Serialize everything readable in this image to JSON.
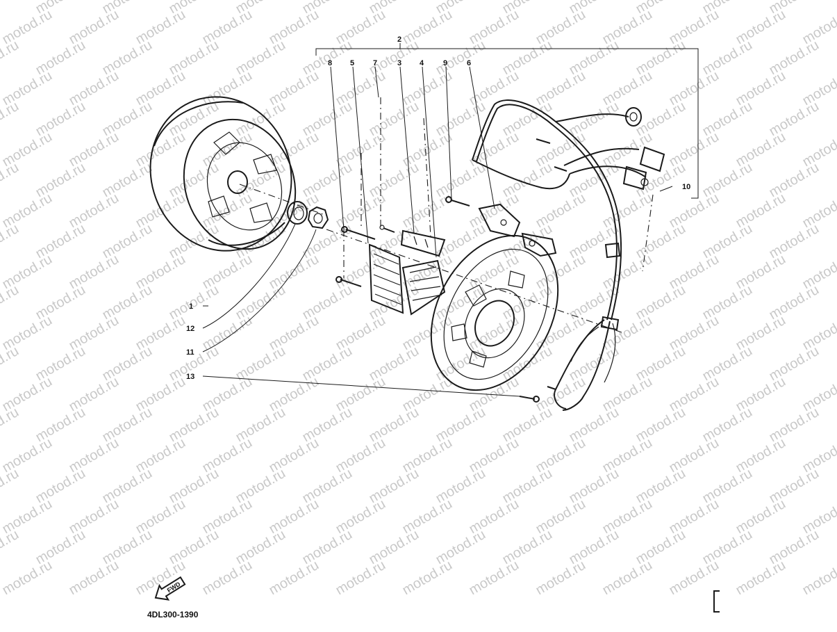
{
  "diagram": {
    "callouts": [
      {
        "id": "2",
        "label": "2"
      },
      {
        "id": "8",
        "label": "8"
      },
      {
        "id": "5",
        "label": "5"
      },
      {
        "id": "7",
        "label": "7"
      },
      {
        "id": "3",
        "label": "3"
      },
      {
        "id": "4",
        "label": "4"
      },
      {
        "id": "9",
        "label": "9"
      },
      {
        "id": "6",
        "label": "6"
      },
      {
        "id": "10",
        "label": "10"
      },
      {
        "id": "1",
        "label": "1"
      },
      {
        "id": "12",
        "label": "12"
      },
      {
        "id": "11",
        "label": "11"
      },
      {
        "id": "13",
        "label": "13"
      }
    ],
    "fwd_arrow_label": "FWD",
    "drawing_code": "4DL300-1390",
    "watermark_text": "motod.ru"
  }
}
